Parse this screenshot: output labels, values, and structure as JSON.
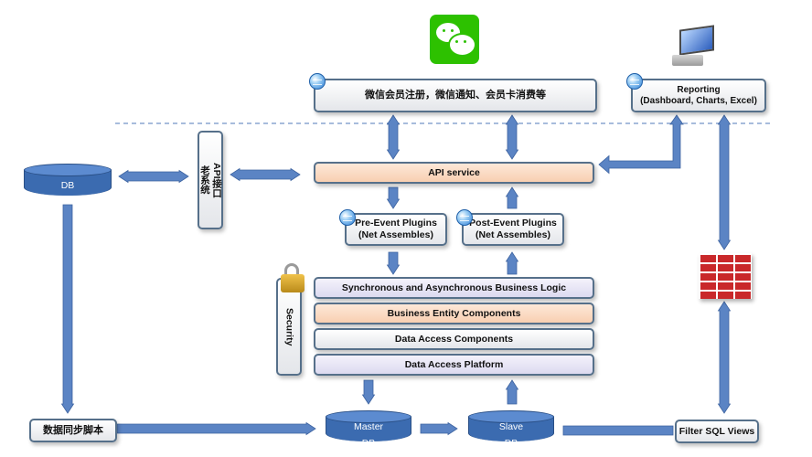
{
  "colors": {
    "arrow": "#5b84c4",
    "cylinder": "#3b6bb0",
    "orange_box": "#f8cfb1",
    "lavender_box": "#dcdaf0",
    "wechat": "#2dc100",
    "firewall": "#c9282a"
  },
  "icons": [
    "wechat-icon",
    "monitor-icon",
    "globe-icon",
    "padlock-icon",
    "brick-firewall-icon"
  ],
  "labels": {
    "wechat_services": "微信会员注册，微信通知、会员卡消费等",
    "reporting_title": "Reporting",
    "reporting_sub": "(Dashboard, Charts, Excel)",
    "legacy_api_line1": "API接口",
    "legacy_api_line2": "老系统",
    "db": "DB",
    "api_service": "API service",
    "pre_event_title": "Pre-Event Plugins",
    "pre_event_sub": "(Net Assembles)",
    "post_event_title": "Post-Event Plugins",
    "post_event_sub": "(Net Assembles)",
    "security": "Security",
    "business_logic": "Synchronous and Asynchronous Business Logic",
    "business_entity": "Business Entity Components",
    "data_access_components": "Data Access Components",
    "data_access_platform": "Data Access Platform",
    "sync_script": "数据同步脚本",
    "master_db_line1": "Master",
    "master_db_line2": "DB",
    "slave_db_line1": "Slave",
    "slave_db_line2": "DB",
    "filter_sql_views": "Filter SQL Views"
  }
}
